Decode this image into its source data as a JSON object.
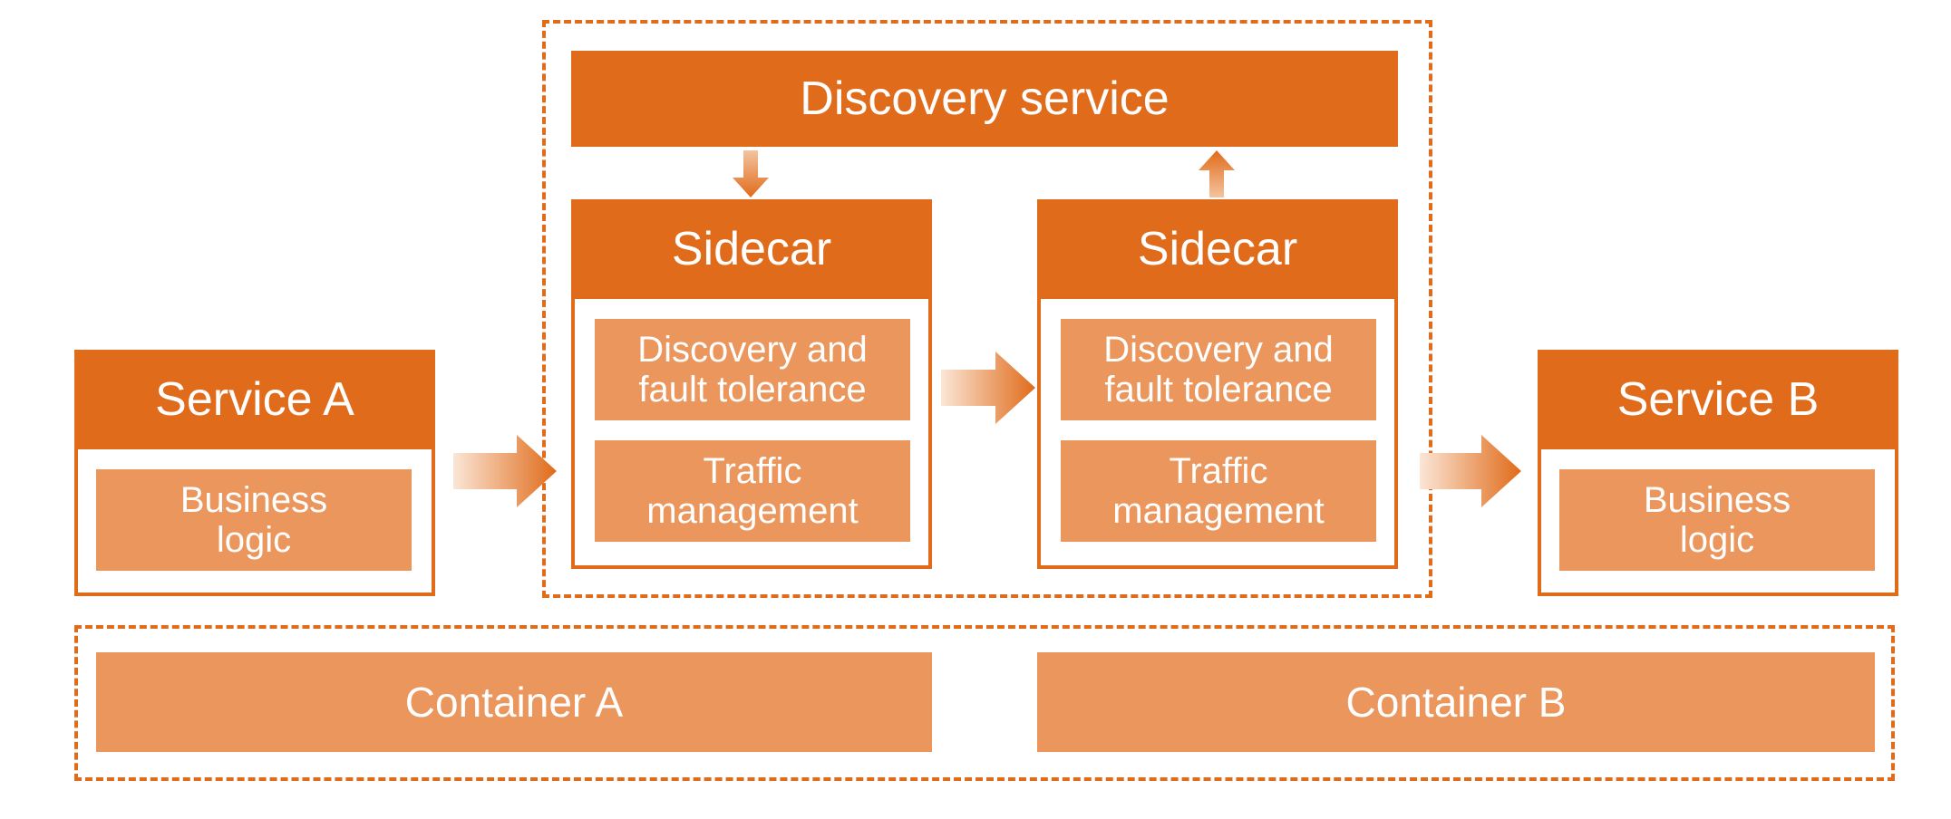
{
  "colors": {
    "primary": "#E06B1A",
    "secondary": "#EA965C",
    "text": "#FFFFFF"
  },
  "discovery": {
    "label": "Discovery service"
  },
  "service_a": {
    "title": "Service A",
    "component": "Business\nlogic"
  },
  "service_b": {
    "title": "Service B",
    "component": "Business\nlogic"
  },
  "sidecar_left": {
    "title": "Sidecar",
    "components": [
      "Discovery and\nfault tolerance",
      "Traffic\nmanagement"
    ]
  },
  "sidecar_right": {
    "title": "Sidecar",
    "components": [
      "Discovery and\nfault tolerance",
      "Traffic\nmanagement"
    ]
  },
  "containers": {
    "a": "Container A",
    "b": "Container B"
  }
}
